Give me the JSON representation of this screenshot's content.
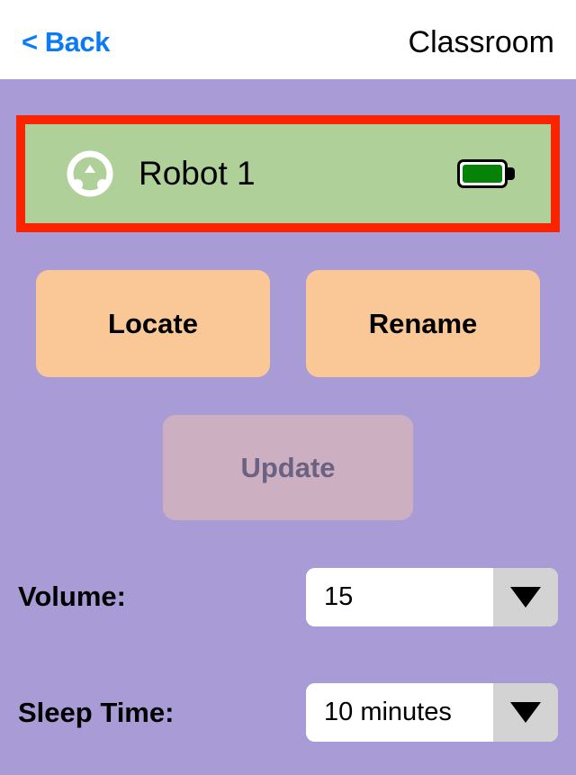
{
  "header": {
    "back_label": "< Back",
    "title": "Classroom",
    "back_color": "#0b7bf5",
    "background": "#ffffff"
  },
  "theme": {
    "page_background": "#a99bd6",
    "card_background": "#afd199",
    "selection_border": "#fa2400",
    "action_button": "#f9c896",
    "disabled_button": "#ccb0c2",
    "disabled_text": "#6b6283",
    "battery_fill": "#068206",
    "dropdown_arrow_bg": "#d3d3d3"
  },
  "robot_card": {
    "name": "Robot 1",
    "selected": true,
    "icon": "robot-circle-icon",
    "battery_icon": "battery-full-icon",
    "battery_level": "full"
  },
  "actions": {
    "locate_label": "Locate",
    "rename_label": "Rename",
    "update_label": "Update",
    "update_disabled": true
  },
  "settings": [
    {
      "label": "Volume:",
      "value": "15",
      "name": "volume"
    },
    {
      "label": "Sleep Time:",
      "value": "10 minutes",
      "name": "sleep-time"
    }
  ]
}
